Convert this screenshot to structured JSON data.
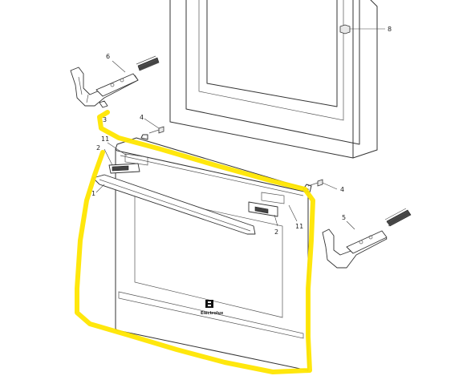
{
  "diagram": {
    "callouts": [
      {
        "id": "c8",
        "label": "8"
      },
      {
        "id": "c6",
        "label": "6"
      },
      {
        "id": "c4a",
        "label": "4"
      },
      {
        "id": "c3",
        "label": "3"
      },
      {
        "id": "c11a",
        "label": "11"
      },
      {
        "id": "c2a",
        "label": "2"
      },
      {
        "id": "c1",
        "label": "1"
      },
      {
        "id": "c4b",
        "label": "4"
      },
      {
        "id": "c5",
        "label": "5"
      },
      {
        "id": "c2b",
        "label": "2"
      },
      {
        "id": "c11b",
        "label": "11"
      }
    ],
    "brand_logo_text": "Electrolux",
    "highlight_color": "#ffe600"
  }
}
